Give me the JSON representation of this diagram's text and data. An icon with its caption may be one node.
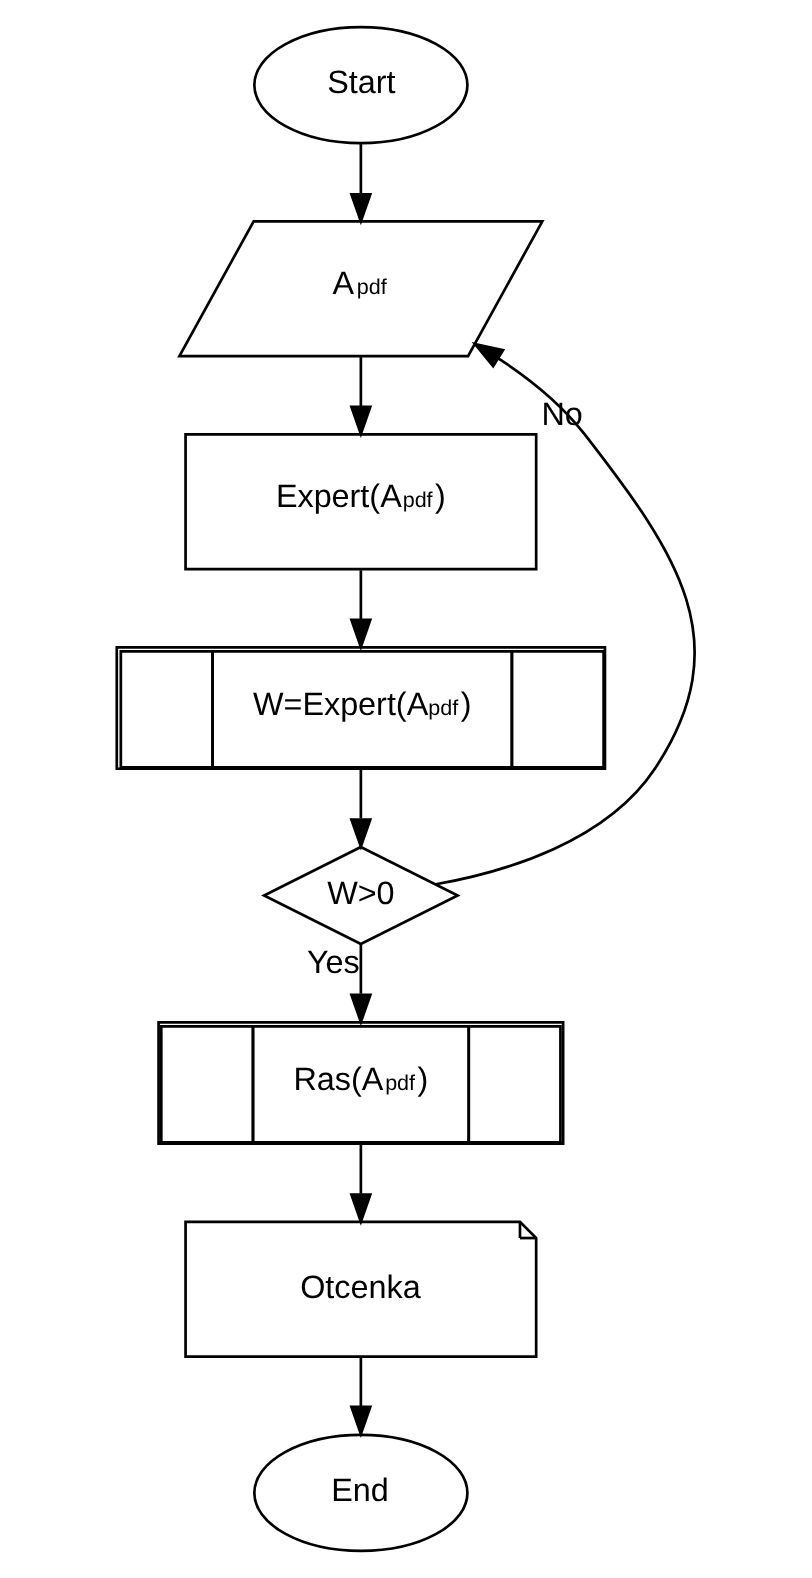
{
  "diagram": {
    "nodes": [
      {
        "text": [
          "Start"
        ]
      },
      {
        "text": [
          "A$_{pdf}$"
        ]
      },
      {
        "text": [
          "Expert(A$_{pdf}$)"
        ]
      },
      {
        "text": [
          "W=Expert(A$_{pdf}$)"
        ]
      },
      {
        "text": [
          "W>0"
        ]
      },
      {
        "text": [
          "Ras(A$_{pdf}$)"
        ]
      },
      {
        "text": [
          "Otcenka"
        ]
      },
      {
        "text": [
          "End"
        ]
      }
    ],
    "edges": [
      {
        "from": 0,
        "to": 1,
        "arrow": "to"
      },
      {
        "from": 1,
        "to": 2,
        "arrow": "to"
      },
      {
        "from": 2,
        "to": 3,
        "arrow": "to"
      },
      {
        "from": 3,
        "to": 4,
        "arrow": "to"
      },
      {
        "from": 4,
        "to": 1,
        "arrow": "to",
        "label": "No"
      },
      {
        "from": 4,
        "to": 5,
        "arrow": "to",
        "label": "Yes"
      },
      {
        "from": 5,
        "to": 6,
        "arrow": "to"
      },
      {
        "from": 6,
        "to": 7,
        "arrow": "to"
      }
    ]
  }
}
